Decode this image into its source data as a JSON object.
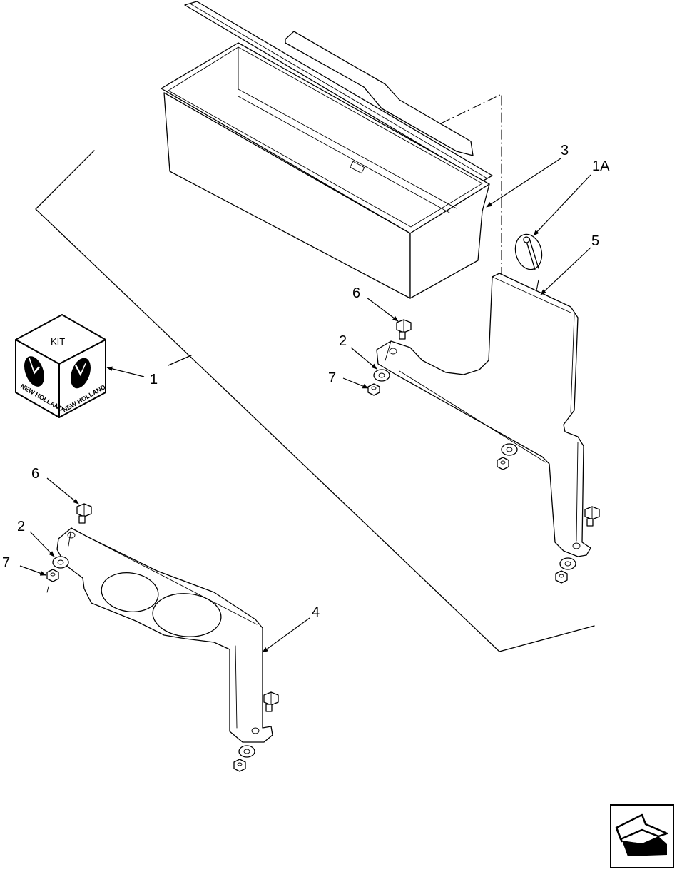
{
  "callouts": {
    "c1": "1",
    "c1a": "1A",
    "c2_upper": "2",
    "c2_lower": "2",
    "c3": "3",
    "c4": "4",
    "c5": "5",
    "c6_upper": "6",
    "c6_lower": "6",
    "c7_upper": "7",
    "c7_lower": "7"
  },
  "kit_box": {
    "kit_label": "KIT",
    "brand_left": "NEW HOLLAND",
    "brand_right": "NEW HOLLAND"
  }
}
